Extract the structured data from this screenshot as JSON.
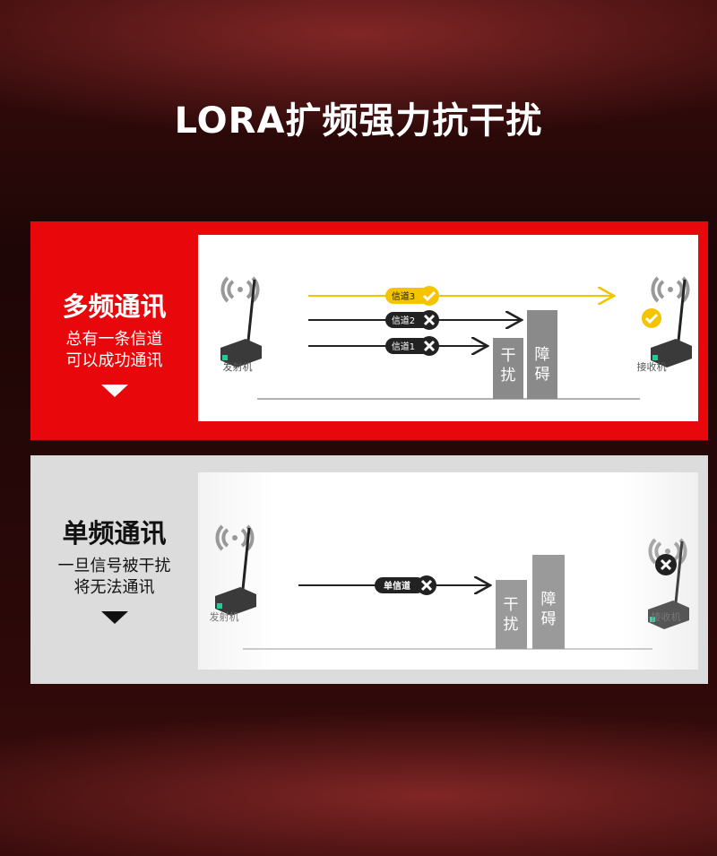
{
  "title": "LORA扩频强力抗干扰",
  "multi": {
    "heading": "多频通讯",
    "line1": "总有一条信道",
    "line2": "可以成功通讯",
    "channels": [
      {
        "label": "信道3",
        "status": "ok"
      },
      {
        "label": "信道2",
        "status": "blocked"
      },
      {
        "label": "信道1",
        "status": "blocked"
      }
    ],
    "transmitter": "发射机",
    "receiver": "接收机",
    "bar1": [
      "干",
      "扰"
    ],
    "bar2": [
      "障",
      "碍"
    ]
  },
  "single": {
    "heading": "单频通讯",
    "line1": "一旦信号被干扰",
    "line2": "将无法通讯",
    "channel": "单信道",
    "transmitter": "发射机",
    "receiver": "接收机",
    "bar1": [
      "干",
      "扰"
    ],
    "bar2": [
      "障",
      "碍"
    ]
  },
  "colors": {
    "red": "#e8070b",
    "yellow": "#f5c400",
    "bar": "#8a8a8a"
  }
}
